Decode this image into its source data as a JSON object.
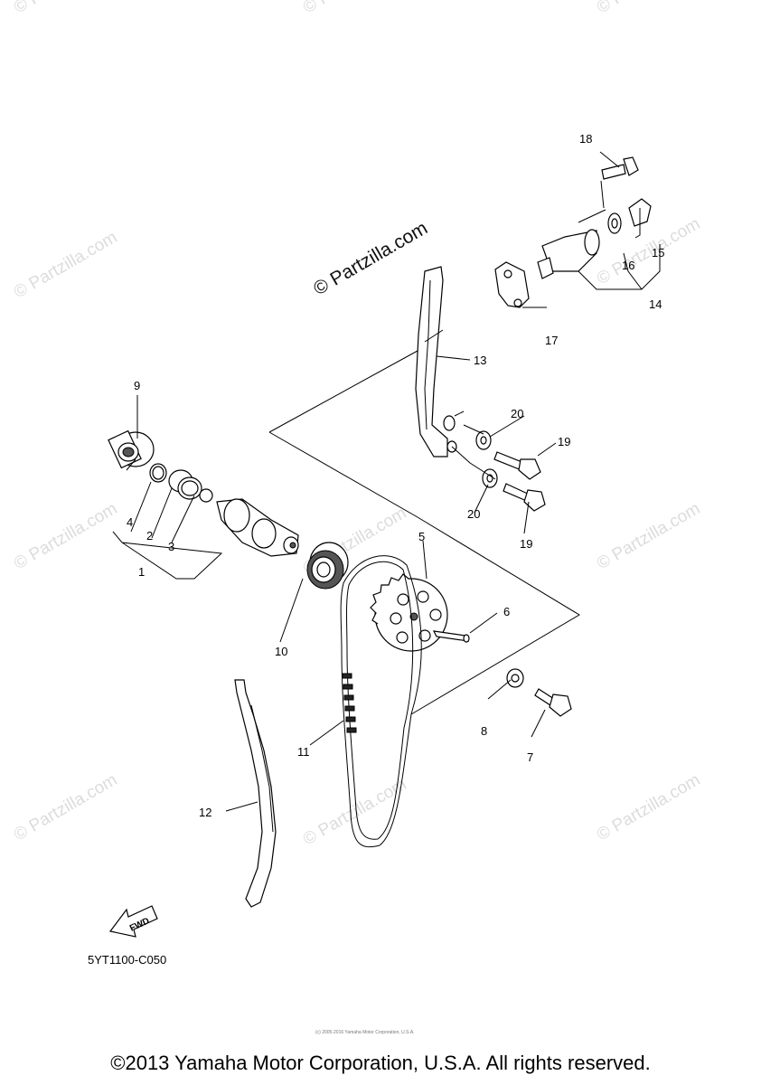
{
  "watermark": {
    "main": "© Partzilla.com",
    "repeat": "© Partzilla.com"
  },
  "callouts": [
    "1",
    "2",
    "3",
    "4",
    "5",
    "6",
    "7",
    "8",
    "9",
    "10",
    "11",
    "12",
    "13",
    "14",
    "15",
    "16",
    "17",
    "18",
    "19",
    "19",
    "20",
    "20"
  ],
  "fwd_label": "FWD",
  "diagram_code": "5YT1100-C050",
  "tiny_copyright": "(c) 2005-2016 Yamaha Motor Corporation, U.S.A.",
  "footer": "©2013 Yamaha Motor Corporation, U.S.A. All rights reserved."
}
